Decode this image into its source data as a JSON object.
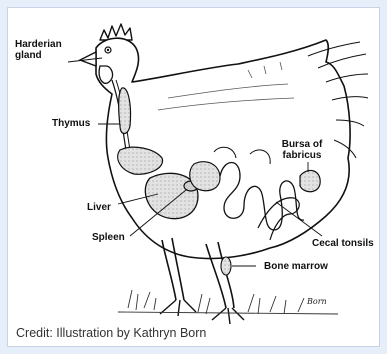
{
  "diagram": {
    "labels": {
      "harderian_gland": "Harderian gland",
      "thymus": "Thymus",
      "bursa": "Bursa of fabricus",
      "liver": "Liver",
      "spleen": "Spleen",
      "cecal_tonsils": "Cecal tonsils",
      "bone_marrow": "Bone marrow"
    },
    "signature": "Born",
    "credit": "Credit: Illustration by Kathryn Born"
  },
  "colors": {
    "background": "#e6eefa",
    "panel": "#ffffff",
    "line": "#111111",
    "organ_shade": "#d9d9d9"
  }
}
